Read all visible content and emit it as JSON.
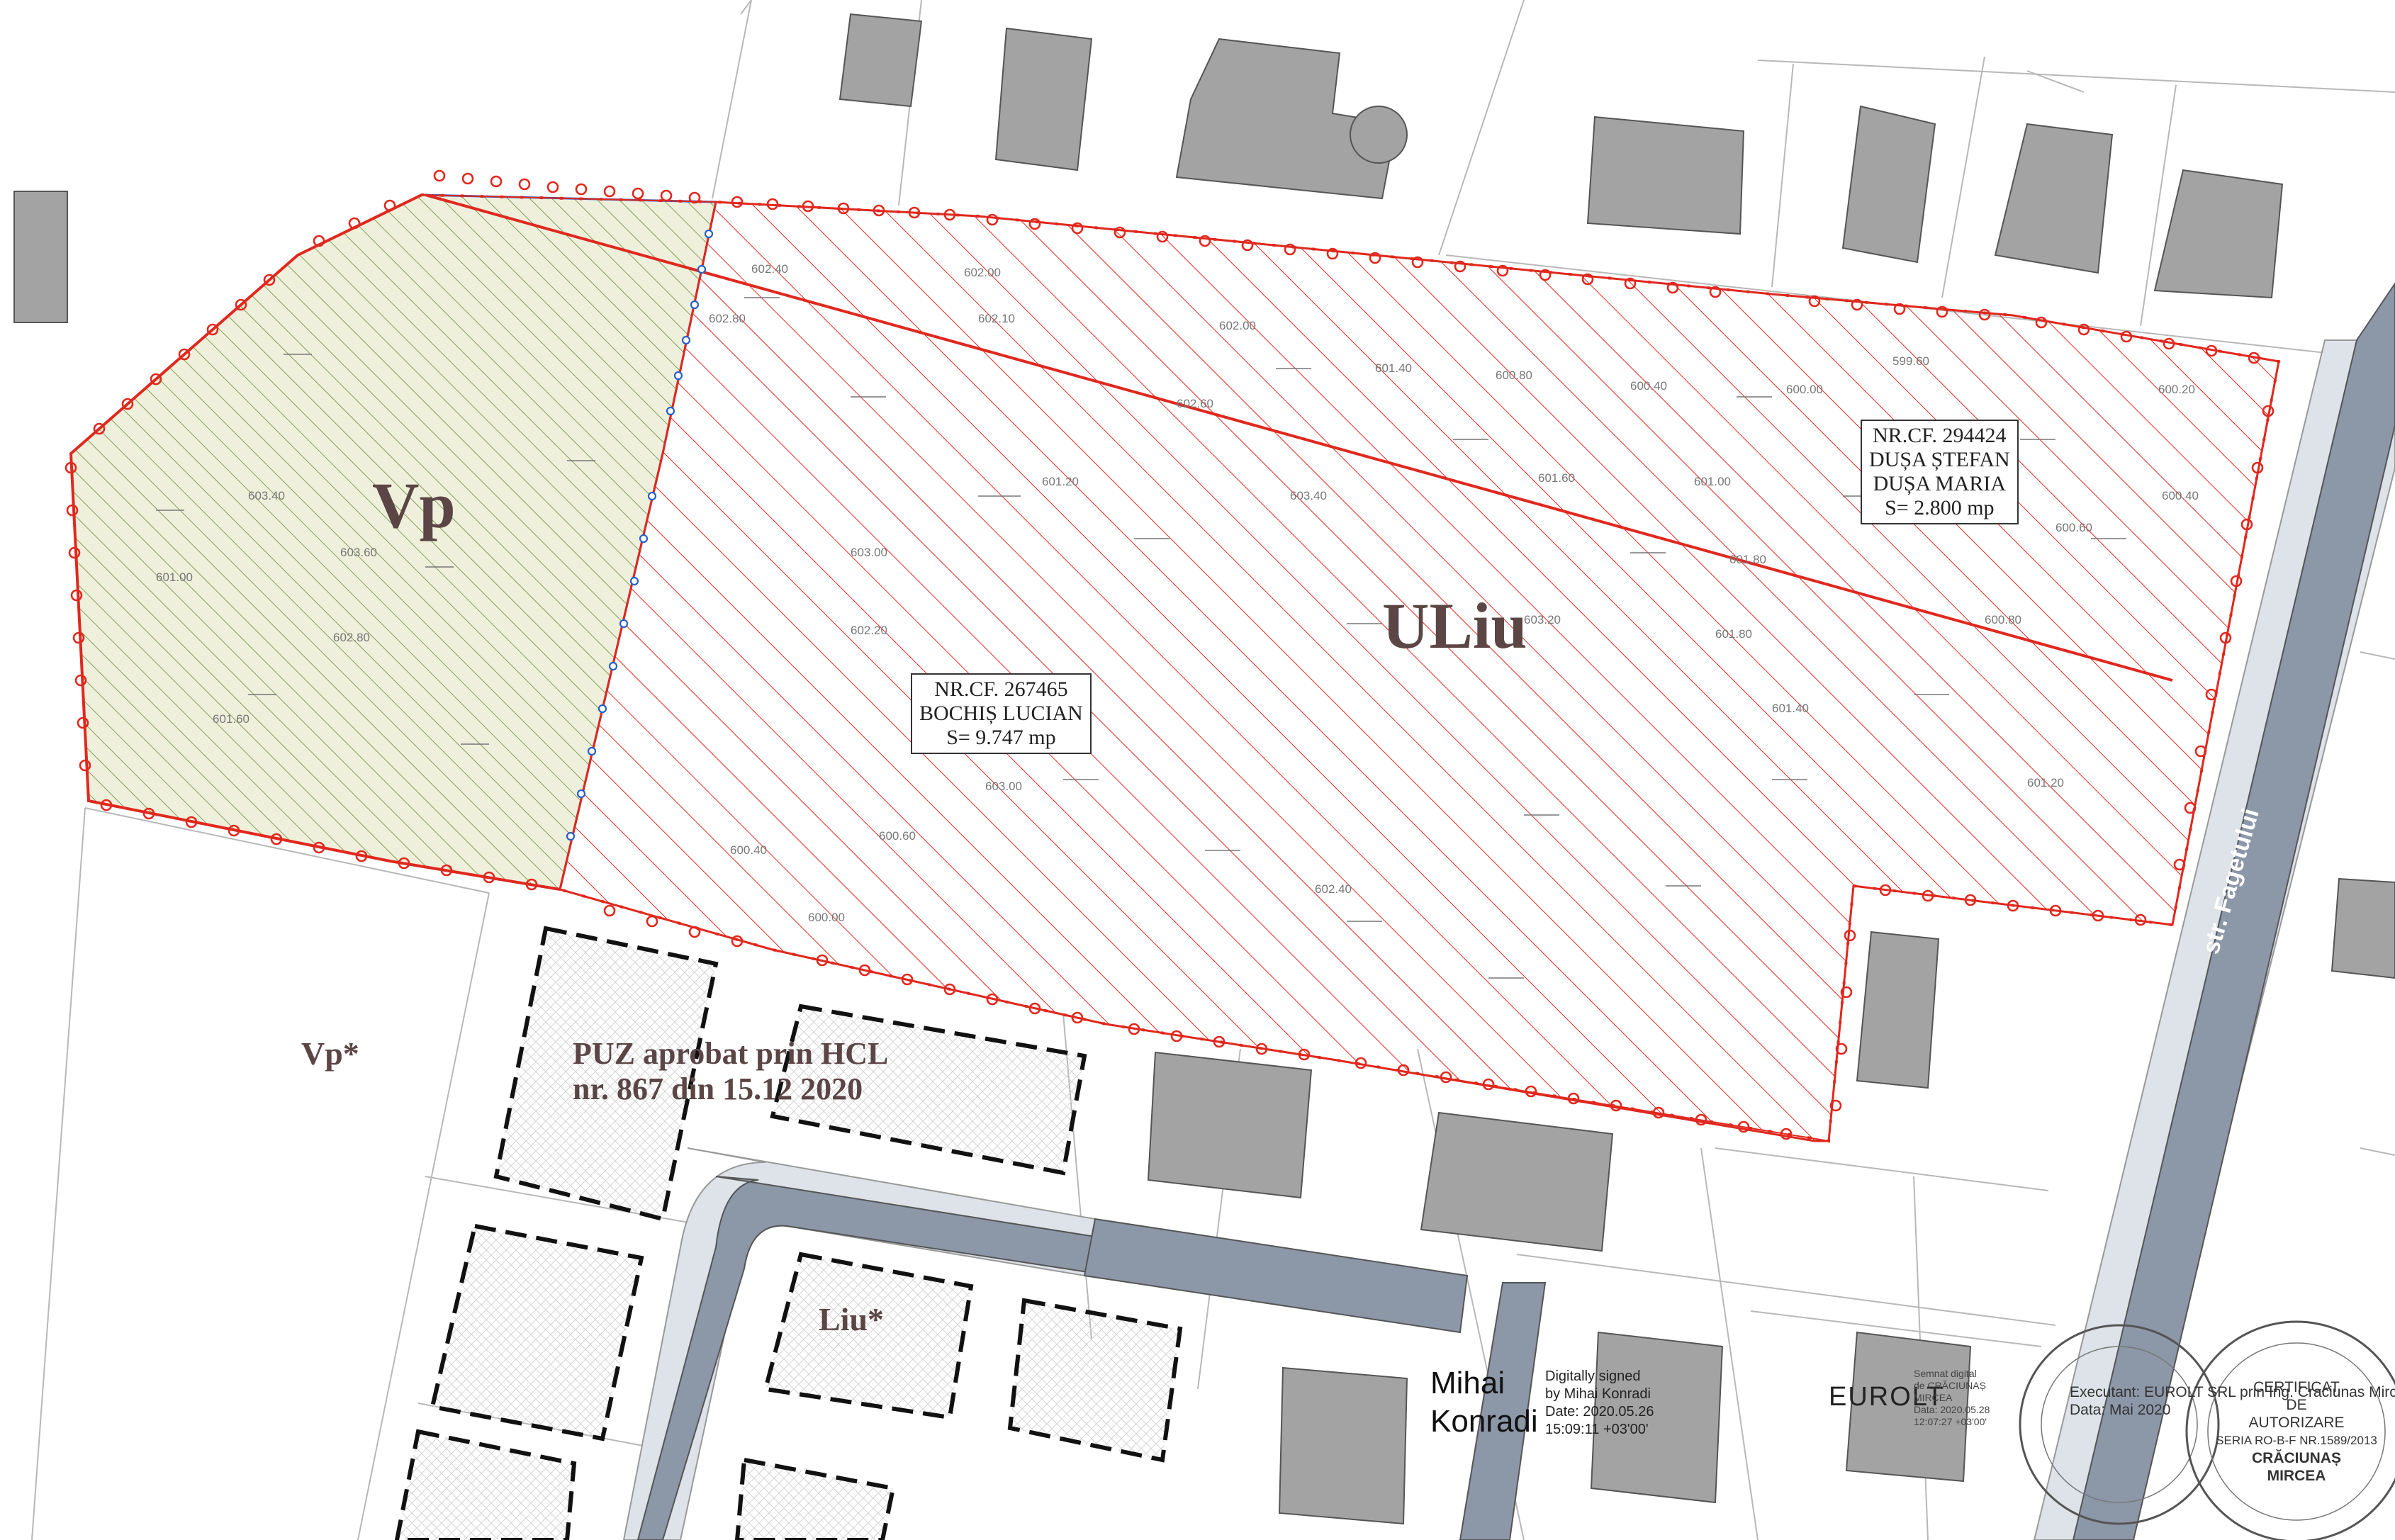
{
  "zones": {
    "vp": "Vp",
    "uliu": "ULiu",
    "vp_star": "Vp*",
    "liu_star": "Liu*"
  },
  "puz_note": {
    "line1": "PUZ aprobat prin HCL",
    "line2": "nr. 867 din 15.12 2020"
  },
  "parcels": {
    "bochis": {
      "cf": "NR.CF. 267465",
      "owner": "BOCHIȘ LUCIAN",
      "area": "S= 9.747 mp"
    },
    "dusa": {
      "cf": "NR.CF. 294424",
      "owner1": "DUȘA ȘTEFAN",
      "owner2": "DUȘA MARIA",
      "area": "S= 2.800 mp"
    }
  },
  "street": "str. Fagetului",
  "signature": {
    "name_line1": "Mihai",
    "name_line2": "Konradi",
    "digital_line1": "Digitally signed",
    "digital_line2": "by Mihai Konradi",
    "digital_line3": "Date: 2020.05.26",
    "digital_line4": "15:09:11 +03'00'"
  },
  "euro_logo": "EUROLT",
  "euro_sign": {
    "l1": "Semnat digital",
    "l2": "de CRĂCIUNAȘ",
    "l3": "MIRCEA",
    "l4": "Data: 2020.05.28",
    "l5": "12:07:27 +03'00'"
  },
  "stamp_executant": {
    "l1": "Executant: EUROLT SRL prin Ing. Craciunas Mircea",
    "l2": "Data: Mai 2020"
  },
  "stamp_certificat": {
    "l1": "CERTIFICAT",
    "l2": "DE",
    "l3": "AUTORIZARE",
    "l4": "SERIA RO-B-F NR.1589/2013",
    "l5": "CRĂCIUNAȘ",
    "l6": "MIRCEA"
  },
  "spot_heights": [
    "602.40",
    "602.00",
    "602.10",
    "602.80",
    "602.60",
    "602.00",
    "601.40",
    "601.20",
    "600.80",
    "600.40",
    "600.00",
    "601.60",
    "601.00",
    "603.40",
    "603.20",
    "603.00",
    "602.20",
    "601.80",
    "599.60",
    "600.20",
    "600.40",
    "600.60",
    "601.20",
    "601.40",
    "600.80",
    "601.80",
    "603.60",
    "603.40",
    "602.80",
    "601.60",
    "601.00",
    "603.00",
    "602.40",
    "600.60",
    "600.40",
    "600.00"
  ],
  "colors": {
    "hatch_red": "#e0281e",
    "hatch_green": "#6a8a3a",
    "fill_green": "#eef0dc",
    "building": "#a3a3a3",
    "road": "#8c97a8",
    "sidewalk": "#dde3e8",
    "label_brown": "#5b4545"
  }
}
